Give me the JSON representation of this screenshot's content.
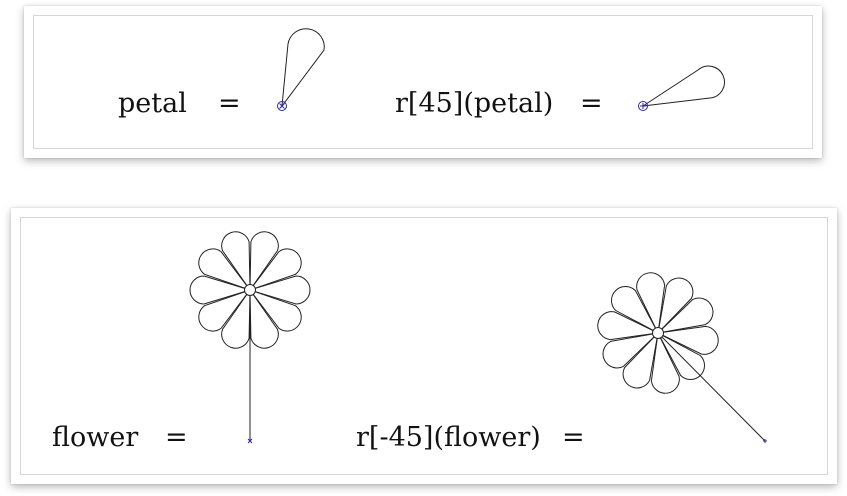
{
  "top_panel": {
    "lhs1": "petal",
    "eq1": "=",
    "lhs2": "r[45](petal)",
    "eq2": "="
  },
  "bottom_panel": {
    "lhs1": "flower",
    "eq1": "=",
    "lhs2": "r[-45](flower)",
    "eq2": "="
  },
  "colors": {
    "stroke": "#222222",
    "origin_marker": "#2a2aa0",
    "panel_border": "#d6d6d6"
  }
}
